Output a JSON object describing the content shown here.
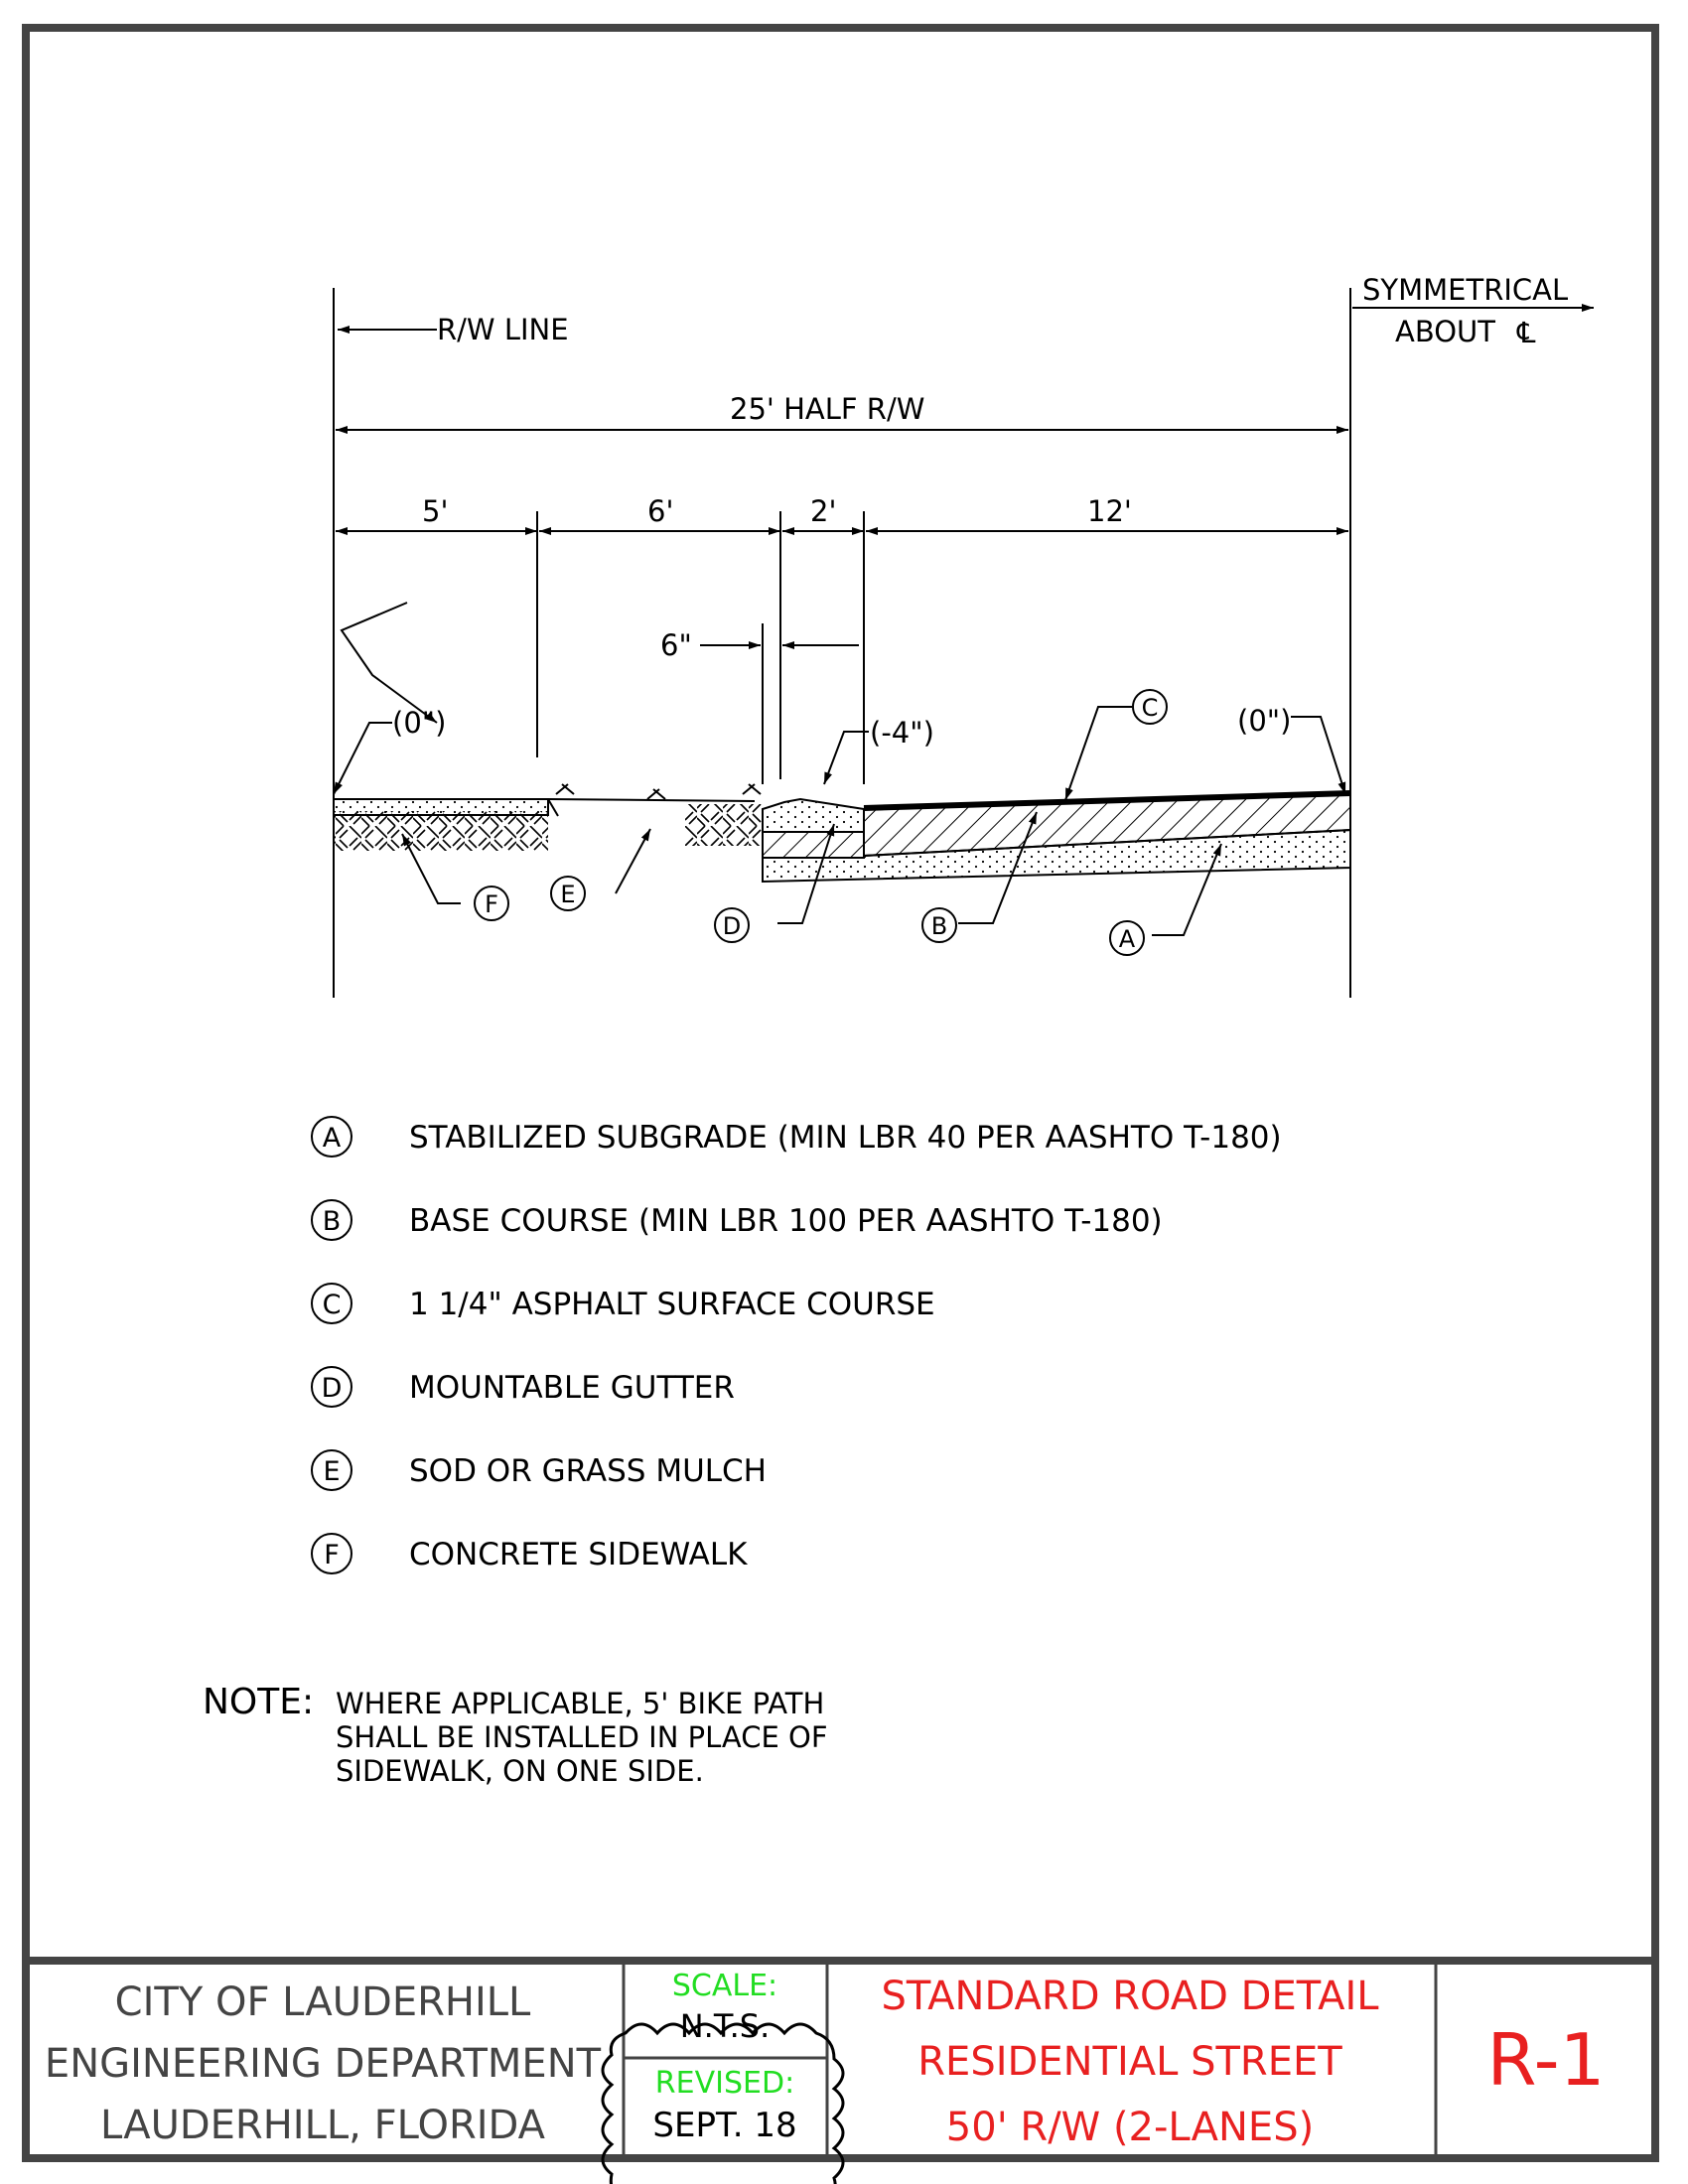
{
  "dimensions": {
    "rw_line": "R/W LINE",
    "symmetrical_line1": "SYMMETRICAL",
    "symmetrical_line2": "ABOUT",
    "centerline_symbol": "℄",
    "half_rw": "25' HALF R/W",
    "segments": [
      "5'",
      "6'",
      "2'",
      "12'"
    ],
    "gutter_width": "6\"",
    "elev_left": "(0\")",
    "elev_gutter": "(-4\")",
    "elev_right": "(0\")"
  },
  "callouts": {
    "A": "A",
    "B": "B",
    "C": "C",
    "D": "D",
    "E": "E",
    "F": "F"
  },
  "legend": [
    {
      "key": "A",
      "text": "STABILIZED SUBGRADE (MIN LBR 40 PER AASHTO T-180)"
    },
    {
      "key": "B",
      "text": "BASE COURSE (MIN LBR 100 PER AASHTO T-180)"
    },
    {
      "key": "C",
      "text": "1 1/4\" ASPHALT SURFACE COURSE"
    },
    {
      "key": "D",
      "text": "MOUNTABLE GUTTER"
    },
    {
      "key": "E",
      "text": "SOD OR GRASS MULCH"
    },
    {
      "key": "F",
      "text": "CONCRETE SIDEWALK"
    }
  ],
  "note": {
    "label": "NOTE:",
    "lines": [
      "WHERE APPLICABLE, 5' BIKE PATH",
      "SHALL BE INSTALLED IN PLACE OF",
      "SIDEWALK, ON ONE SIDE."
    ]
  },
  "title_block": {
    "org_lines": [
      "CITY OF LAUDERHILL",
      "ENGINEERING DEPARTMENT",
      "LAUDERHILL, FLORIDA"
    ],
    "scale_label": "SCALE:",
    "scale_value": "N.T.S.",
    "revised_label": "REVISED:",
    "revised_value": "SEPT. 18",
    "title_lines": [
      "STANDARD ROAD DETAIL",
      "RESIDENTIAL STREET",
      "50' R/W (2-LANES)"
    ],
    "sheet_number": "R-1"
  },
  "colors": {
    "title": "#e82020",
    "scale_revised": "#22dd22",
    "org": "#444444",
    "border": "#444444"
  }
}
